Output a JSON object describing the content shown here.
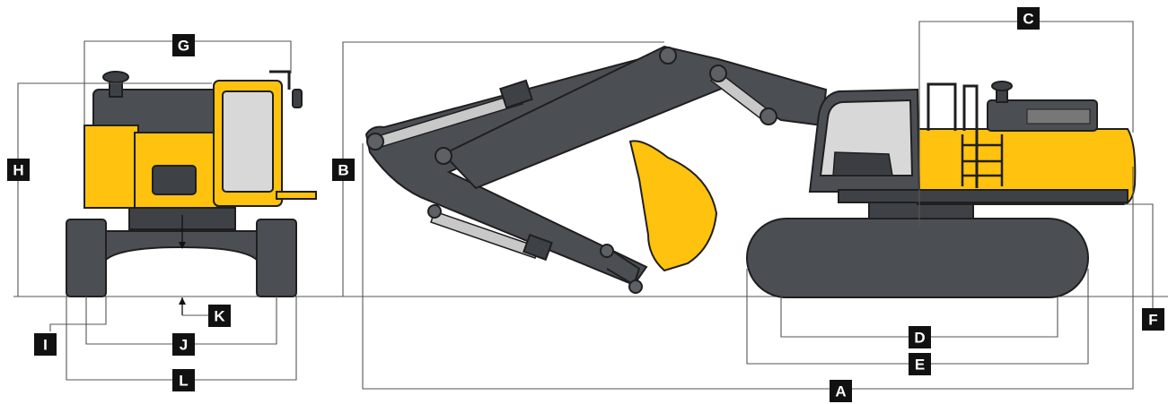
{
  "diagram": {
    "colors": {
      "machine_yellow": "#ffc20e",
      "machine_dark": "#4b4f54",
      "label_box": "#111111",
      "label_text": "#ffffff",
      "dimension_line": "#555555"
    },
    "labels": {
      "A": "A",
      "B": "B",
      "C": "C",
      "D": "D",
      "E": "E",
      "F": "F",
      "G": "G",
      "H": "H",
      "I": "I",
      "J": "J",
      "K": "K",
      "L": "L"
    }
  }
}
